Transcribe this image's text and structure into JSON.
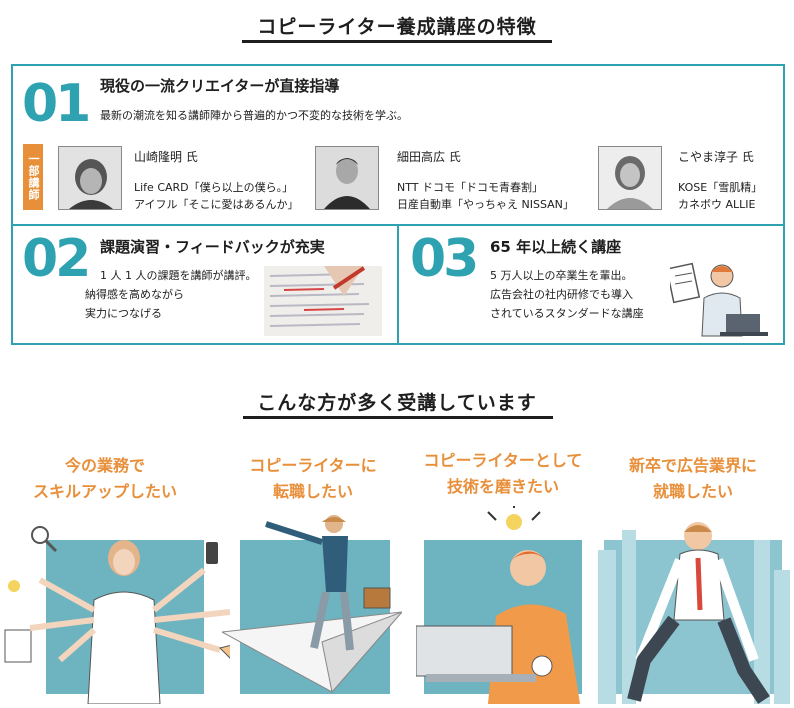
{
  "section1": {
    "title": "コピーライター養成講座の特徴"
  },
  "feature1": {
    "number": "01",
    "title": "現役の一流クリエイターが直接指導",
    "desc": "最新の潮流を知る講師陣から普遍的かつ不変的な技術を学ぶ。",
    "badge": "一部講師"
  },
  "instructors": [
    {
      "name": "山崎隆明 氏",
      "line1": "Life CARD「僕ら以上の僕ら。」",
      "line2": "アイフル「そこに愛はあるんか」"
    },
    {
      "name": "細田高広 氏",
      "line1": "NTT ドコモ「ドコモ青春割」",
      "line2": "日産自動車「やっちゃえ NISSAN」"
    },
    {
      "name": "こやま淳子 氏",
      "line1": "KOSE「雪肌精」",
      "line2": "カネボウ ALLIE"
    }
  ],
  "feature2": {
    "number": "02",
    "title": "課題演習・フィードバックが充実",
    "lines": [
      "1 人 1 人の課題を講師が講評。",
      "納得感を高めながら",
      "実力につなげる"
    ]
  },
  "feature3": {
    "number": "03",
    "title": "65 年以上続く講座",
    "lines": [
      "5 万人以上の卒業生を輩出。",
      "広告会社の社内研修でも導入",
      "されているスタンダードな講座"
    ]
  },
  "section2": {
    "title": "こんな方が多く受講しています"
  },
  "audiences": [
    {
      "line1": "今の業務で",
      "line2": "スキルアップしたい"
    },
    {
      "line1": "コピーライターに",
      "line2": "転職したい"
    },
    {
      "line1": "コピーライターとして",
      "line2": "技術を磨きたい"
    },
    {
      "line1": "新卒で広告業界に",
      "line2": "就職したい"
    }
  ],
  "colors": {
    "teal": "#2ea2b0",
    "orange": "#e88f3a",
    "scene": "#6db3c0"
  },
  "icons": [
    "instructor-photo",
    "pen-paper-illustration",
    "office-worker-illustration",
    "multitask-woman-illustration",
    "paper-plane-man-illustration",
    "thinking-man-illustration",
    "crouching-businessman-illustration"
  ]
}
